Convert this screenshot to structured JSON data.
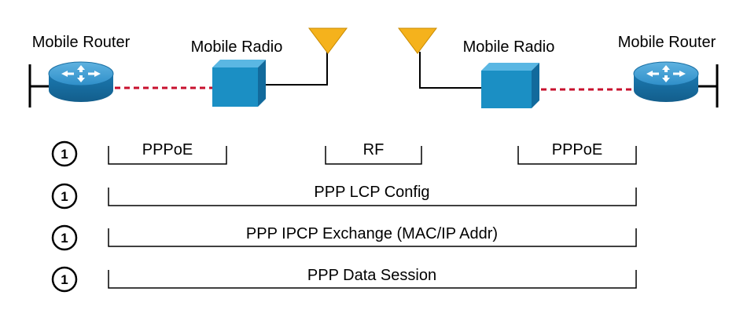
{
  "devices": {
    "left_router_label": "Mobile Router",
    "left_radio_label": "Mobile Radio",
    "right_radio_label": "Mobile Radio",
    "right_router_label": "Mobile Router"
  },
  "segments": [
    {
      "step": "1",
      "labels": [
        "PPPoE",
        "RF",
        "PPPoE"
      ]
    },
    {
      "step": "1",
      "label": "PPP LCP Config"
    },
    {
      "step": "1",
      "label": "PPP IPCP Exchange (MAC/IP Addr)"
    },
    {
      "step": "1",
      "label": "PPP Data Session"
    }
  ],
  "colors": {
    "router_fill": "#1f7fb8",
    "radio_fill": "#1b8fc4",
    "antenna_fill": "#f5b21c",
    "link_dashed": "#c8102e",
    "line": "#000000"
  },
  "icons": [
    "router-icon",
    "radio-icon",
    "antenna-icon"
  ]
}
